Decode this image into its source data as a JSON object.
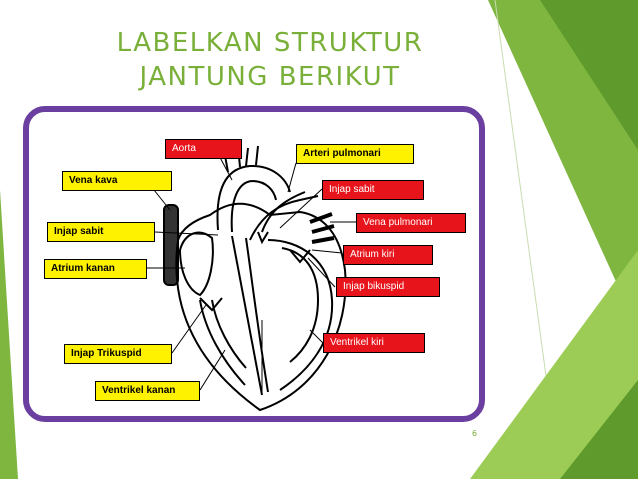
{
  "slide": {
    "title_line1": "LABELKAN STRUKTUR",
    "title_line2": "JANTUNG BERIKUT",
    "page_number": "6"
  },
  "labels": {
    "aorta": "Aorta",
    "arteri_pulmonari": "Arteri pulmonari",
    "vena_kava": "Vena kava",
    "injap_sabit_right": "Injap sabit",
    "vena_pulmonari": "Vena pulmonari",
    "injap_sabit_left": "Injap sabit",
    "atrium_kiri": "Atrium kiri",
    "atrium_kanan": "Atrium kanan",
    "injap_bikuspid": "Injap bikuspid",
    "ventrikel_kiri": "Ventrikel kiri",
    "injap_trikuspid": "Injap Trikuspid",
    "ventrikel_kanan": "Ventrikel kanan"
  },
  "colors": {
    "title_green": "#7ab03a",
    "frame_purple": "#6b3fa0",
    "label_yellow": "#fff200",
    "label_red": "#e8141c",
    "deco_green_dark": "#5f9a2c",
    "deco_green_light": "#9ccc55"
  }
}
